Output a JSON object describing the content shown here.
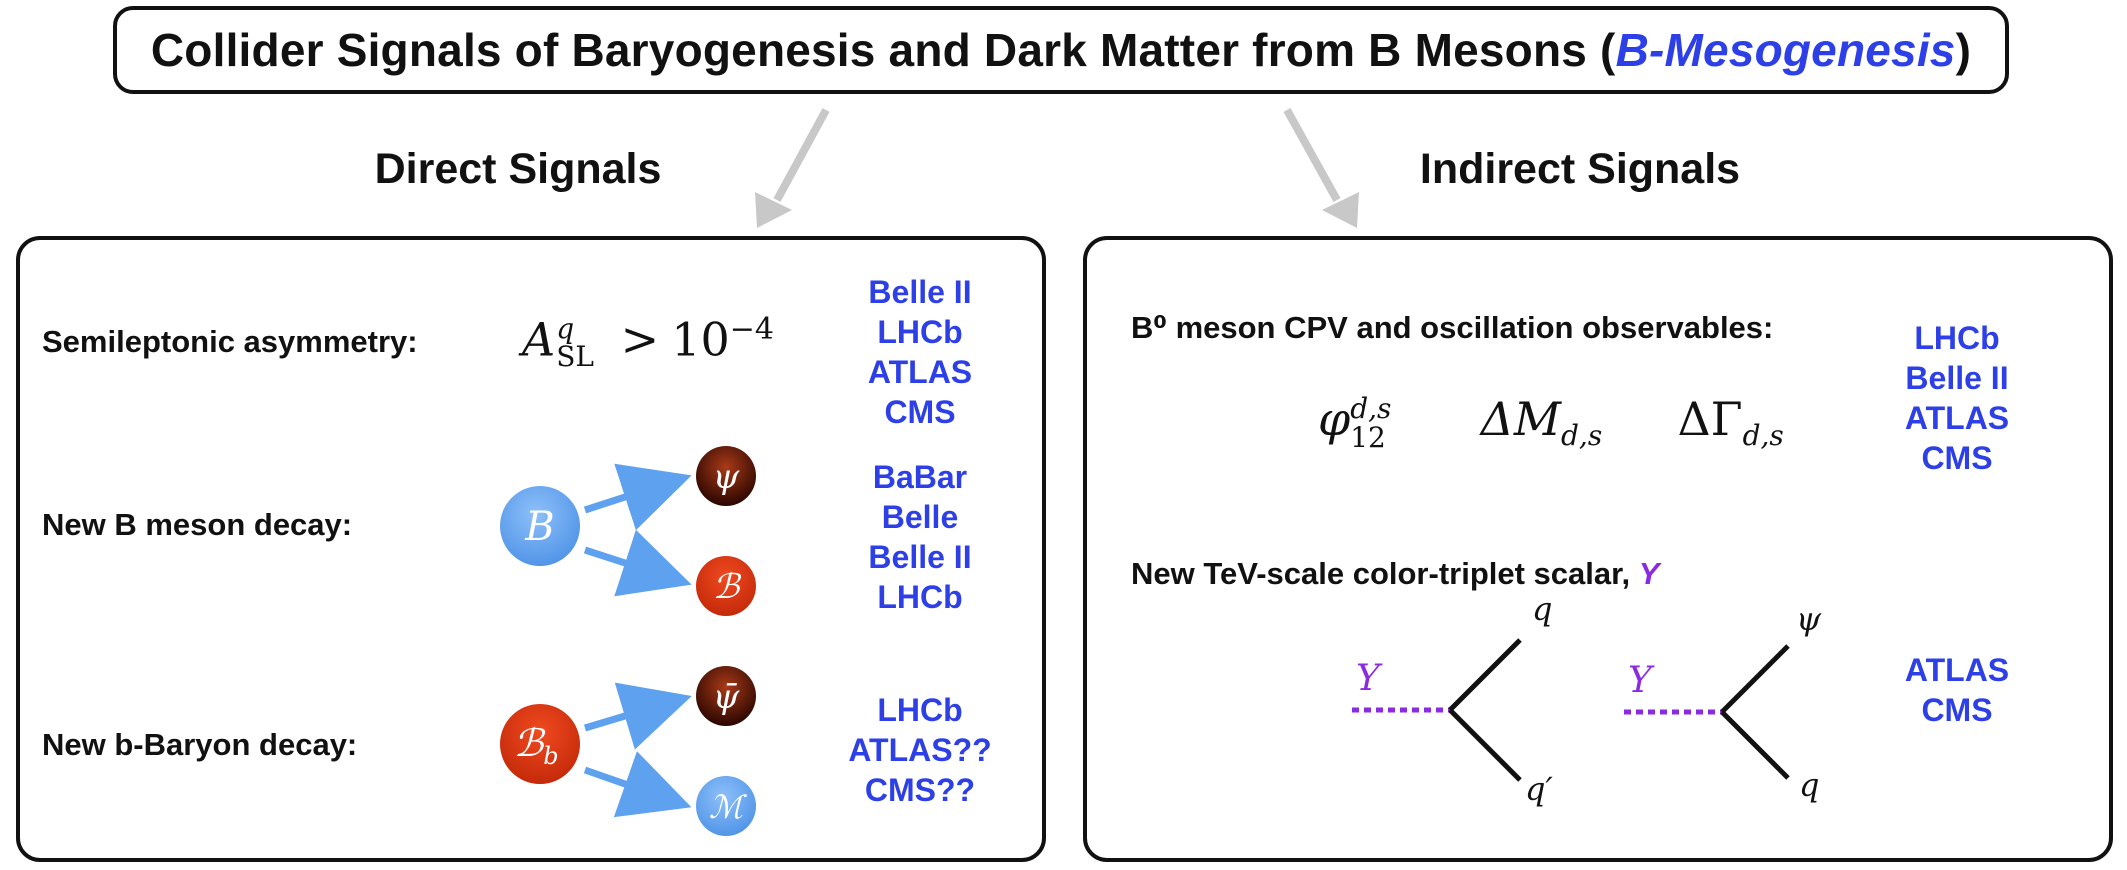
{
  "title": {
    "prefix": "Collider Signals of Baryogenesis and Dark Matter from B Mesons (",
    "highlight": "B-Mesogenesis",
    "suffix": ")"
  },
  "direct": {
    "heading": "Direct Signals",
    "rows": [
      {
        "label": "Semileptonic asymmetry:",
        "formula": {
          "symbol": "A",
          "sup": "q",
          "sub": "SL",
          "relation": ">",
          "base": "10",
          "exponent": "−4"
        },
        "experiments": [
          "Belle II",
          "LHCb",
          "ATLAS",
          "CMS"
        ]
      },
      {
        "label": "New B meson decay:",
        "parent": "B",
        "products": [
          "ψ",
          "ℬ"
        ],
        "experiments": [
          "BaBar",
          "Belle",
          "Belle II",
          "LHCb"
        ]
      },
      {
        "label": "New b-Baryon decay:",
        "parent": "ℬ",
        "parent_sub": "b",
        "products": [
          "ψ̄",
          "ℳ"
        ],
        "experiments": [
          "LHCb",
          "ATLAS??",
          "CMS??"
        ]
      }
    ]
  },
  "indirect": {
    "heading": "Indirect Signals",
    "cpv": {
      "label": "B⁰ meson CPV and oscillation observables:",
      "observables": [
        {
          "symbol": "φ",
          "sup": "d,s",
          "sub": "12"
        },
        {
          "symbol": "ΔM",
          "sub": "d,s"
        },
        {
          "symbol": "ΔΓ",
          "sub": "d,s"
        }
      ],
      "experiments": [
        "LHCb",
        "Belle II",
        "ATLAS",
        "CMS"
      ]
    },
    "scalar": {
      "label_text": "New TeV-scale color-triplet scalar, ",
      "label_symbol": "Y",
      "vertices": [
        {
          "incoming": "Y",
          "out_top": "q",
          "out_bottom": "q′"
        },
        {
          "incoming": "Y",
          "out_top": "ψ",
          "out_bottom": "q"
        }
      ],
      "experiments": [
        "ATLAS",
        "CMS"
      ]
    }
  },
  "colors": {
    "experiment_text": "#2d3fe6",
    "dark_sector_ball": "#7a1a08",
    "baryon_ball": "#d63a15",
    "meson_ball": "#5ea2ef",
    "scalar_line": "#8a2be2",
    "arrow_gray": "#c8c8c8",
    "decay_arrow": "#5ea2ef"
  }
}
